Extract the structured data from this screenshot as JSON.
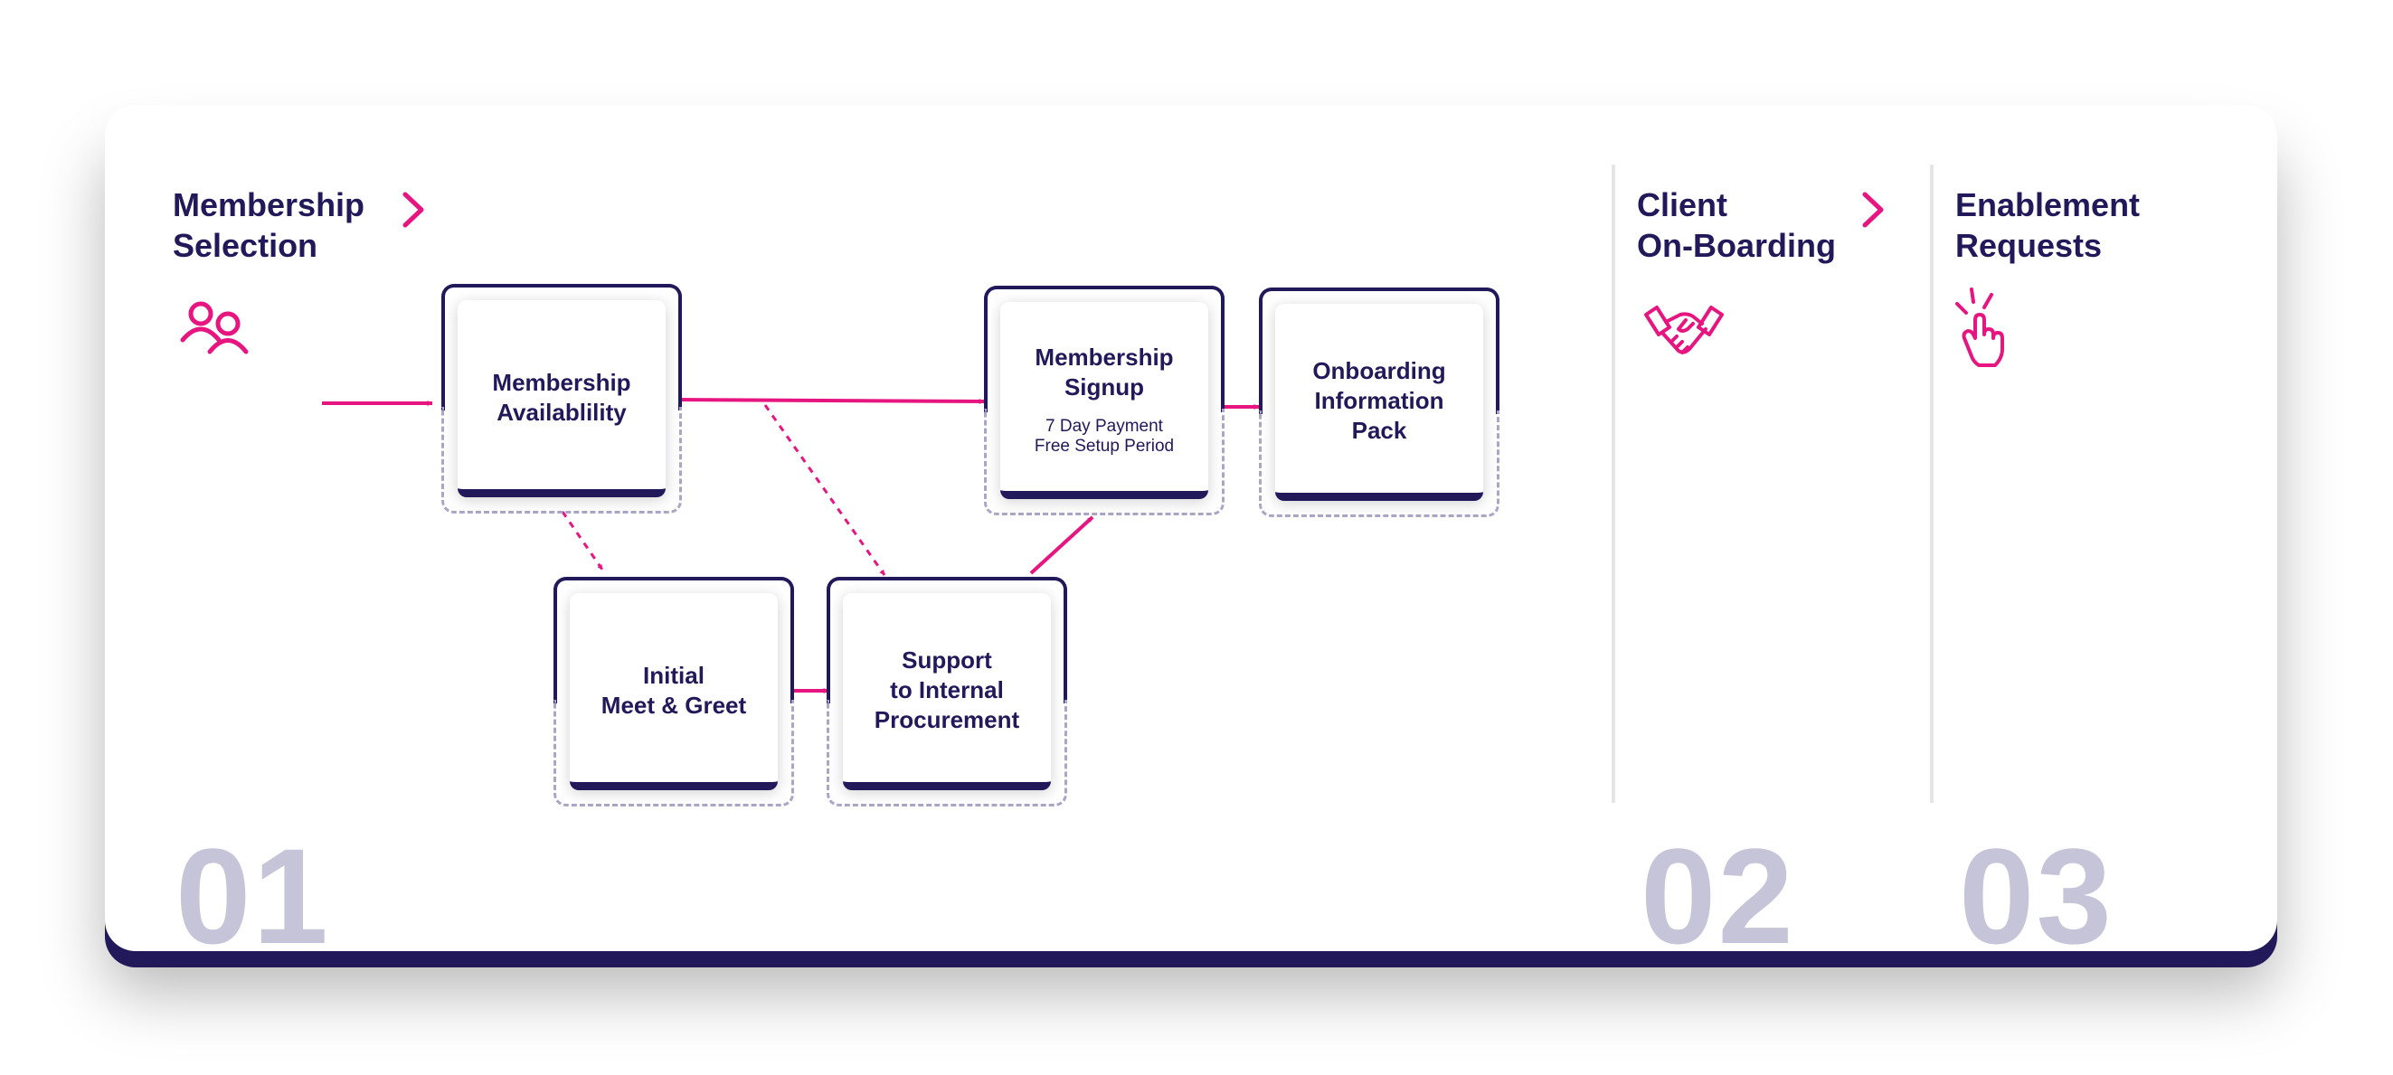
{
  "colors": {
    "navy": "#22195a",
    "accent": "#e6157f",
    "muted_number": "#c6c4d8",
    "dash": "#a9a6c6"
  },
  "stages": [
    {
      "title": [
        "Membership",
        "Selection"
      ],
      "icon": "people-icon",
      "number": "01"
    },
    {
      "title": [
        "Client",
        "On-Boarding"
      ],
      "icon": "handshake-icon",
      "number": "02"
    },
    {
      "title": [
        "Enablement",
        "Requests"
      ],
      "icon": "pointing-hand-icon",
      "number": "03"
    }
  ],
  "flow_nodes": {
    "availability": {
      "title": [
        "Membership",
        "Availablility"
      ]
    },
    "meet_greet": {
      "title": [
        "Initial",
        "Meet & Greet"
      ]
    },
    "support": {
      "title": [
        "Support",
        "to Internal",
        "Procurement"
      ]
    },
    "signup": {
      "title": [
        "Membership",
        "Signup"
      ],
      "note": [
        "7 Day Payment",
        "Free Setup Period"
      ]
    },
    "onboarding_pack": {
      "title": [
        "Onboarding",
        "Information",
        "Pack"
      ]
    }
  }
}
